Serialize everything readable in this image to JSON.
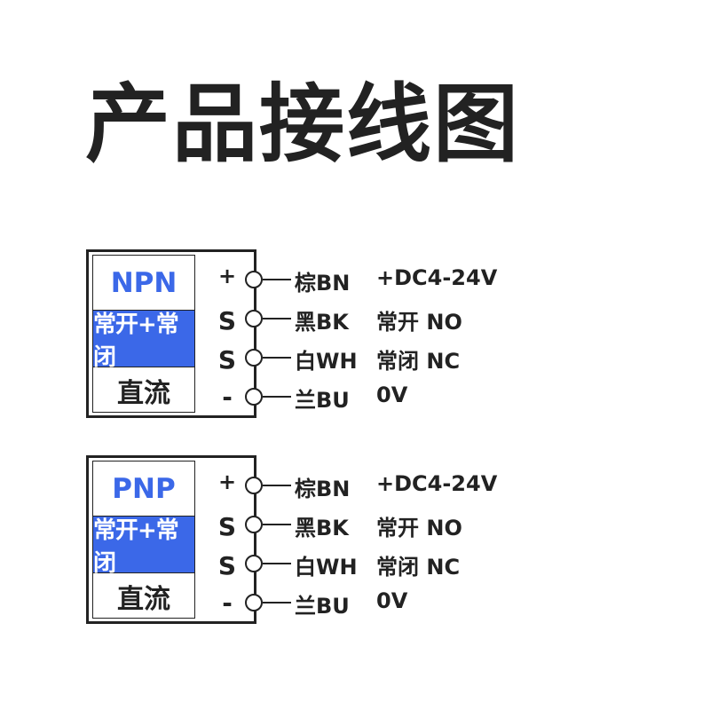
{
  "title": "产品接线图",
  "diagrams": [
    {
      "type_label": "NPN",
      "mode_label": "常开+常闭",
      "current_label": "直流",
      "pins": [
        {
          "symbol": "+",
          "wire": "棕BN",
          "function": "+DC4-24V"
        },
        {
          "symbol": "S",
          "wire": "黑BK",
          "function": "常开 NO"
        },
        {
          "symbol": "S",
          "wire": "白WH",
          "function": "常闭 NC"
        },
        {
          "symbol": "-",
          "wire": "兰BU",
          "function": "0V"
        }
      ]
    },
    {
      "type_label": "PNP",
      "mode_label": "常开+常闭",
      "current_label": "直流",
      "pins": [
        {
          "symbol": "+",
          "wire": "棕BN",
          "function": "+DC4-24V"
        },
        {
          "symbol": "S",
          "wire": "黑BK",
          "function": "常开 NO"
        },
        {
          "symbol": "S",
          "wire": "白WH",
          "function": "常闭 NC"
        },
        {
          "symbol": "-",
          "wire": "兰BU",
          "function": "0V"
        }
      ]
    }
  ],
  "colors": {
    "accent": "#3b68e8",
    "ink": "#222222",
    "background": "#ffffff"
  }
}
